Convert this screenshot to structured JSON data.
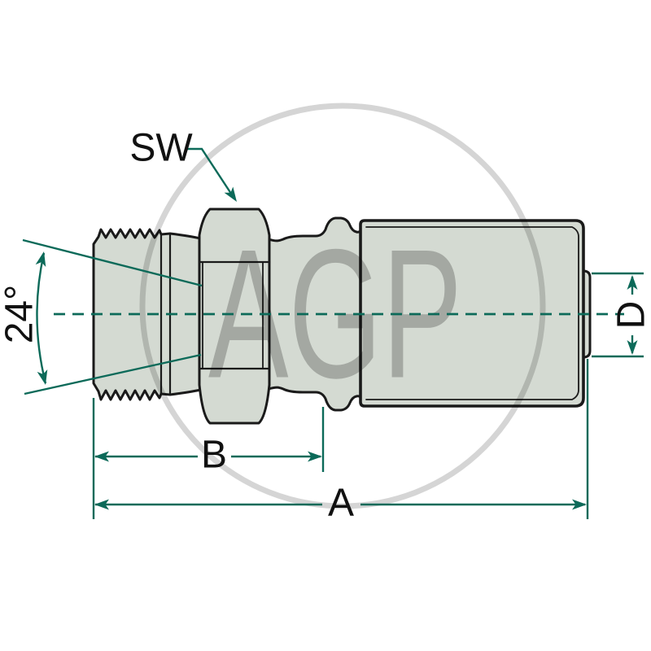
{
  "drawing": {
    "kind": "hydraulic hose fitting - straight male stud technical drawing",
    "labels": {
      "wrench_size": "SW",
      "cone_angle": "24°",
      "length_b": "B",
      "length_a": "A",
      "diameter_d": "D"
    },
    "watermark": {
      "text": "AGP"
    }
  },
  "colors": {
    "background": "#ffffff",
    "outline": "#1a1a1a",
    "part_fill": "#d4dad2",
    "accent": "#0c6a59",
    "label": "#111111",
    "watermark": "#c5c5c5",
    "watermark_ring": "#d5d5d5"
  }
}
